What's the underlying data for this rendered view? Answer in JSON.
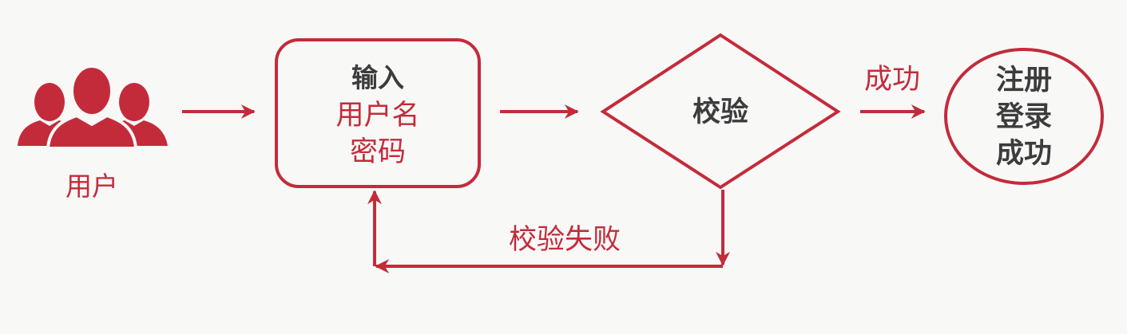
{
  "user": {
    "label": "用户"
  },
  "input_box": {
    "title": "输入",
    "line1": "用户名",
    "line2": "密码"
  },
  "decision": {
    "label": "校验"
  },
  "success_edge": {
    "label": "成功"
  },
  "result": {
    "line1": "注册",
    "line2": "登录",
    "line3": "成功"
  },
  "fail_edge": {
    "label": "校验失败"
  },
  "colors": {
    "accent": "#c42b3a",
    "text_dark": "#3c3c3c",
    "background": "#f8f8f7"
  },
  "icons": {
    "user_group": "users-group-icon"
  }
}
